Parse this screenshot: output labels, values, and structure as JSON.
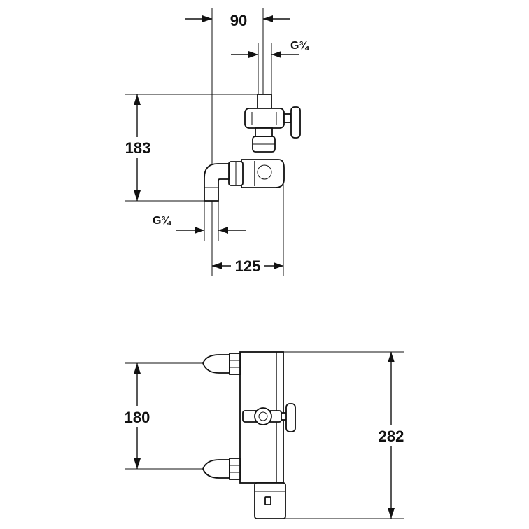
{
  "dimensions": {
    "top_width": "90",
    "top_inlet_thread": "G¾",
    "side_height": "183",
    "side_outlet_thread": "G¾",
    "side_depth": "125",
    "front_inlet_spacing": "180",
    "front_total_height": "282"
  }
}
